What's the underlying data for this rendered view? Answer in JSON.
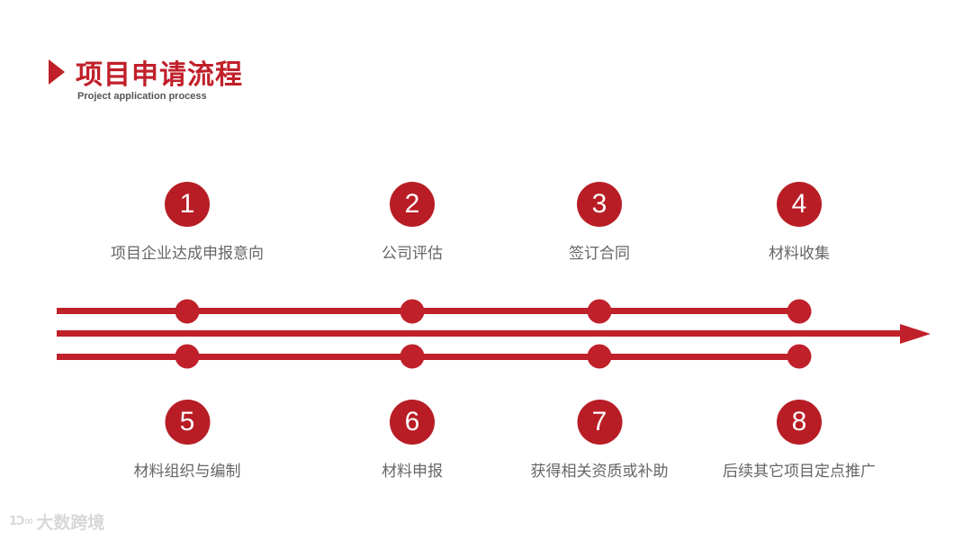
{
  "header": {
    "title": "项目申请流程",
    "subtitle": "Project application process"
  },
  "colors": {
    "accent": "#c0202a",
    "badge": "#b81d25",
    "label_text": "#666666"
  },
  "steps_top": [
    {
      "number": "1",
      "label": "项目企业达成申报意向"
    },
    {
      "number": "2",
      "label": "公司评估"
    },
    {
      "number": "3",
      "label": "签订合同"
    },
    {
      "number": "4",
      "label": "材料收集"
    }
  ],
  "steps_bottom": [
    {
      "number": "5",
      "label": "材料组织与编制"
    },
    {
      "number": "6",
      "label": "材料申报"
    },
    {
      "number": "7",
      "label": "获得相关资质或补助"
    },
    {
      "number": "8",
      "label": "后续其它项目定点推广"
    }
  ],
  "watermark": {
    "logo": "1Ɔ∞",
    "text": "大数跨境"
  }
}
